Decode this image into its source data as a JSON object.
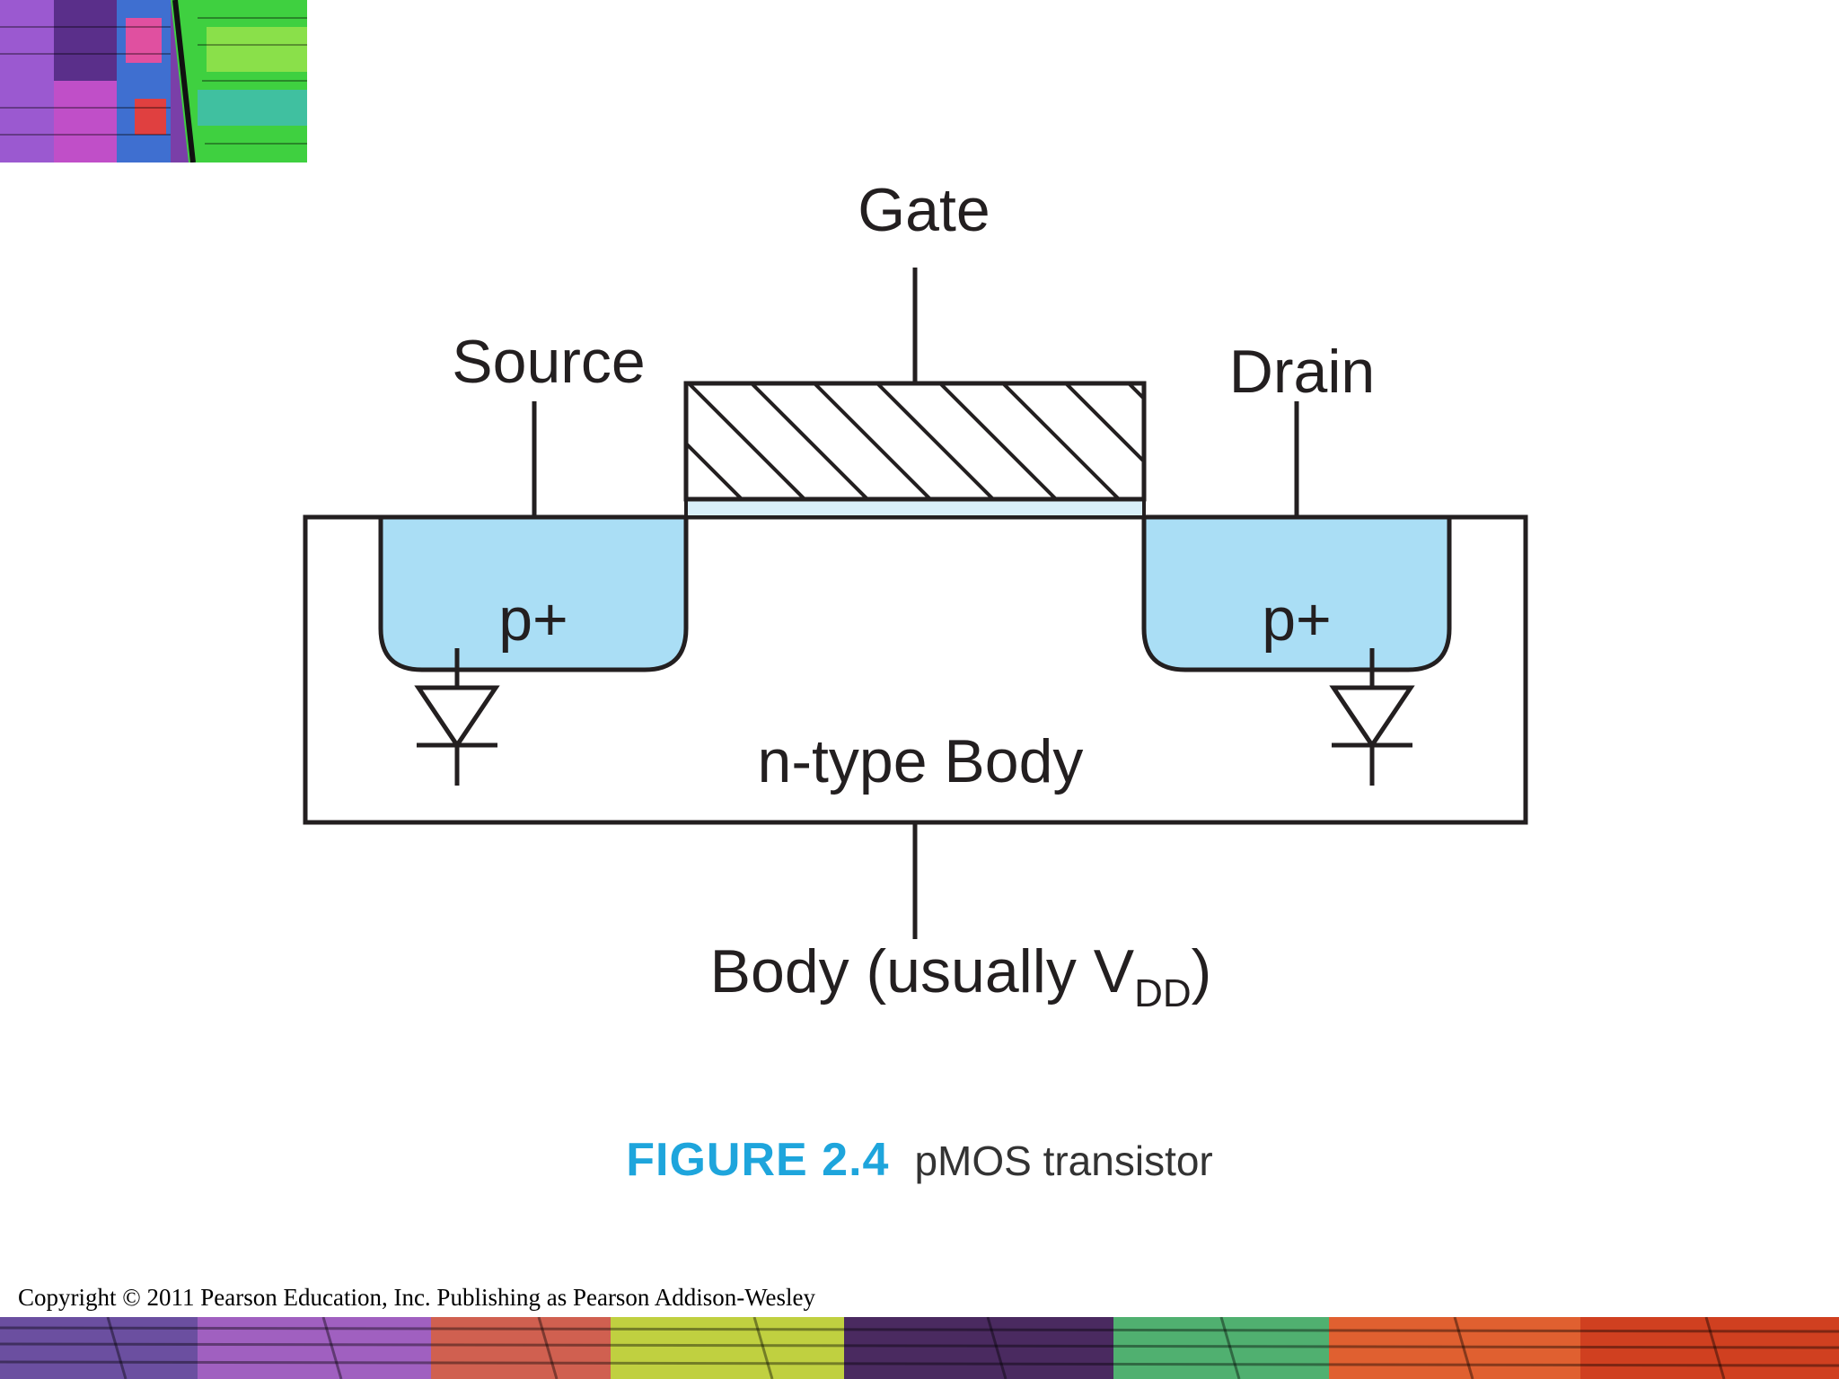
{
  "diagram": {
    "labels": {
      "gate": "Gate",
      "source": "Source",
      "drain": "Drain",
      "source_doping": "p+",
      "drain_doping": "p+",
      "body_region": "n-type Body",
      "body_terminal": "Body (usually V",
      "body_terminal_sub": "DD",
      "body_terminal_close": ")"
    }
  },
  "caption": {
    "figure_number": "FIGURE 2.4",
    "title": "pMOS transistor"
  },
  "footer": {
    "copyright": "Copyright © 2011 Pearson Education, Inc. Publishing as Pearson Addison-Wesley"
  },
  "colors": {
    "diffusion": "#aadef5",
    "oxide": "#d8eff9",
    "figure_number": "#1ea5dc",
    "line": "#231f20"
  },
  "icons": {
    "corner_image": "chip-die-photo-icon",
    "footer_band": "chip-die-photo-strip"
  }
}
